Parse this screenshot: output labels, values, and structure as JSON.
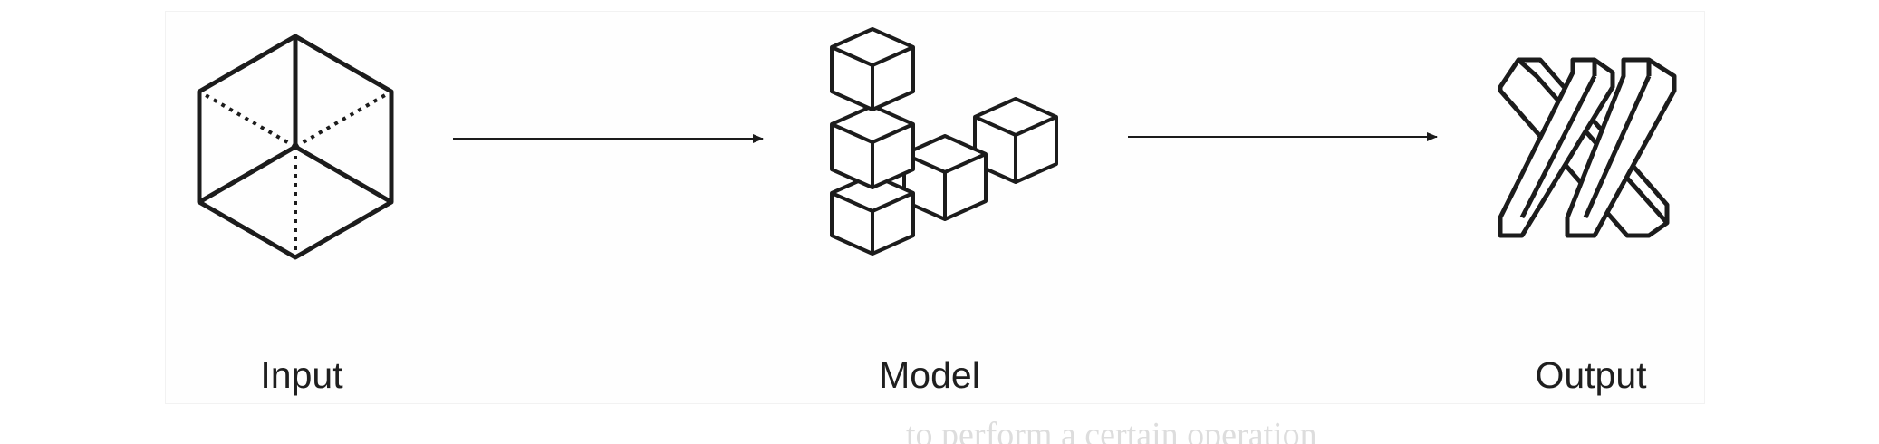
{
  "diagram": {
    "nodes": [
      {
        "id": "input",
        "label": "Input",
        "icon": "hexagon-cube-icon"
      },
      {
        "id": "model",
        "label": "Model",
        "icon": "stacked-cubes-icon"
      },
      {
        "id": "output",
        "label": "Output",
        "icon": "interlocked-bars-icon"
      }
    ],
    "edges": [
      {
        "from": "input",
        "to": "model"
      },
      {
        "from": "model",
        "to": "output"
      }
    ],
    "colors": {
      "stroke": "#1c1c1c",
      "label": "#1f1f1f",
      "faded_text": "#dddddd"
    }
  },
  "caption": {
    "text": "to perform a certain operation"
  }
}
